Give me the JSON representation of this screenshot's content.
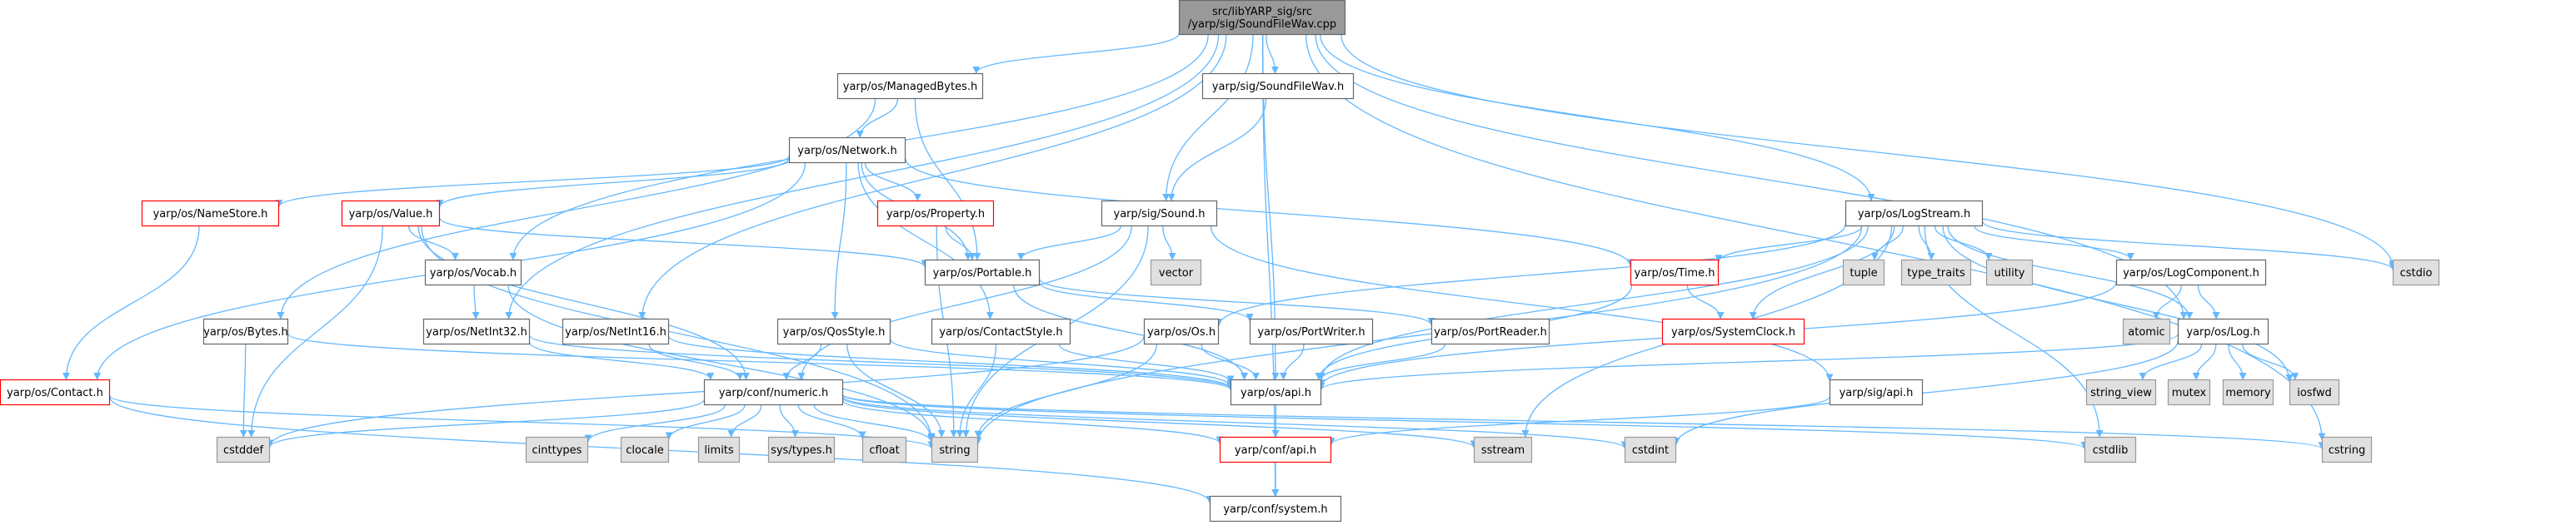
{
  "colors": {
    "edge": "#63b8ff",
    "root_fill": "#999999",
    "root_border": "#666666",
    "normal_fill": "#ffffff",
    "normal_border": "#666666",
    "truncated_border": "#ff0000",
    "external_fill": "#e0e0e0",
    "external_border": "#999999"
  },
  "nodes": [
    {
      "id": "root",
      "lines": [
        "src/libYARP_sig/src",
        "/yarp/sig/SoundFileWav.cpp"
      ],
      "kind": "root"
    },
    {
      "id": "managedbytes",
      "lines": [
        "yarp/os/ManagedBytes.h"
      ],
      "kind": "normal"
    },
    {
      "id": "soundfilewavh",
      "lines": [
        "yarp/sig/SoundFileWav.h"
      ],
      "kind": "normal"
    },
    {
      "id": "network",
      "lines": [
        "yarp/os/Network.h"
      ],
      "kind": "normal"
    },
    {
      "id": "namestore",
      "lines": [
        "yarp/os/NameStore.h"
      ],
      "kind": "truncated"
    },
    {
      "id": "value",
      "lines": [
        "yarp/os/Value.h"
      ],
      "kind": "truncated"
    },
    {
      "id": "property",
      "lines": [
        "yarp/os/Property.h"
      ],
      "kind": "truncated"
    },
    {
      "id": "sound",
      "lines": [
        "yarp/sig/Sound.h"
      ],
      "kind": "normal"
    },
    {
      "id": "logstream",
      "lines": [
        "yarp/os/LogStream.h"
      ],
      "kind": "normal"
    },
    {
      "id": "vocab",
      "lines": [
        "yarp/os/Vocab.h"
      ],
      "kind": "normal"
    },
    {
      "id": "portable",
      "lines": [
        "yarp/os/Portable.h"
      ],
      "kind": "normal"
    },
    {
      "id": "vector",
      "lines": [
        "vector"
      ],
      "kind": "external"
    },
    {
      "id": "time",
      "lines": [
        "yarp/os/Time.h"
      ],
      "kind": "truncated"
    },
    {
      "id": "tuple",
      "lines": [
        "tuple"
      ],
      "kind": "external"
    },
    {
      "id": "typetraits",
      "lines": [
        "type_traits"
      ],
      "kind": "external"
    },
    {
      "id": "utility",
      "lines": [
        "utility"
      ],
      "kind": "external"
    },
    {
      "id": "logcomponent",
      "lines": [
        "yarp/os/LogComponent.h"
      ],
      "kind": "normal"
    },
    {
      "id": "cstdio",
      "lines": [
        "cstdio"
      ],
      "kind": "external"
    },
    {
      "id": "bytes",
      "lines": [
        "yarp/os/Bytes.h"
      ],
      "kind": "normal"
    },
    {
      "id": "netint32",
      "lines": [
        "yarp/os/NetInt32.h"
      ],
      "kind": "normal"
    },
    {
      "id": "netint16",
      "lines": [
        "yarp/os/NetInt16.h"
      ],
      "kind": "normal"
    },
    {
      "id": "qosstyle",
      "lines": [
        "yarp/os/QosStyle.h"
      ],
      "kind": "normal"
    },
    {
      "id": "contactstyle",
      "lines": [
        "yarp/os/ContactStyle.h"
      ],
      "kind": "normal"
    },
    {
      "id": "os",
      "lines": [
        "yarp/os/Os.h"
      ],
      "kind": "normal"
    },
    {
      "id": "portwriter",
      "lines": [
        "yarp/os/PortWriter.h"
      ],
      "kind": "normal"
    },
    {
      "id": "portreader",
      "lines": [
        "yarp/os/PortReader.h"
      ],
      "kind": "normal"
    },
    {
      "id": "systemclock",
      "lines": [
        "yarp/os/SystemClock.h"
      ],
      "kind": "truncated"
    },
    {
      "id": "atomic",
      "lines": [
        "atomic"
      ],
      "kind": "external"
    },
    {
      "id": "log",
      "lines": [
        "yarp/os/Log.h"
      ],
      "kind": "normal"
    },
    {
      "id": "contact",
      "lines": [
        "yarp/os/Contact.h"
      ],
      "kind": "truncated"
    },
    {
      "id": "numeric",
      "lines": [
        "yarp/conf/numeric.h"
      ],
      "kind": "normal"
    },
    {
      "id": "osapi",
      "lines": [
        "yarp/os/api.h"
      ],
      "kind": "normal"
    },
    {
      "id": "sigapi",
      "lines": [
        "yarp/sig/api.h"
      ],
      "kind": "normal"
    },
    {
      "id": "stringview",
      "lines": [
        "string_view"
      ],
      "kind": "external"
    },
    {
      "id": "mutex",
      "lines": [
        "mutex"
      ],
      "kind": "external"
    },
    {
      "id": "memory",
      "lines": [
        "memory"
      ],
      "kind": "external"
    },
    {
      "id": "iosfwd",
      "lines": [
        "iosfwd"
      ],
      "kind": "external"
    },
    {
      "id": "cstddef",
      "lines": [
        "cstddef"
      ],
      "kind": "external"
    },
    {
      "id": "cinttypes",
      "lines": [
        "cinttypes"
      ],
      "kind": "external"
    },
    {
      "id": "clocale",
      "lines": [
        "clocale"
      ],
      "kind": "external"
    },
    {
      "id": "limits",
      "lines": [
        "limits"
      ],
      "kind": "external"
    },
    {
      "id": "systypes",
      "lines": [
        "sys/types.h"
      ],
      "kind": "external"
    },
    {
      "id": "cfloat",
      "lines": [
        "cfloat"
      ],
      "kind": "external"
    },
    {
      "id": "string",
      "lines": [
        "string"
      ],
      "kind": "external"
    },
    {
      "id": "confapi",
      "lines": [
        "yarp/conf/api.h"
      ],
      "kind": "truncated"
    },
    {
      "id": "sstream",
      "lines": [
        "sstream"
      ],
      "kind": "external"
    },
    {
      "id": "cstdint",
      "lines": [
        "cstdint"
      ],
      "kind": "external"
    },
    {
      "id": "cstdlib",
      "lines": [
        "cstdlib"
      ],
      "kind": "external"
    },
    {
      "id": "cstring",
      "lines": [
        "cstring"
      ],
      "kind": "external"
    },
    {
      "id": "system",
      "lines": [
        "yarp/conf/system.h"
      ],
      "kind": "normal"
    }
  ],
  "edges": [
    [
      "root",
      "managedbytes"
    ],
    [
      "root",
      "soundfilewavh"
    ],
    [
      "root",
      "sound"
    ],
    [
      "root",
      "logstream"
    ],
    [
      "root",
      "vocab"
    ],
    [
      "root",
      "netint32"
    ],
    [
      "root",
      "netint16"
    ],
    [
      "root",
      "osapi"
    ],
    [
      "root",
      "cstdio"
    ],
    [
      "root",
      "log"
    ],
    [
      "root",
      "cstring"
    ],
    [
      "root",
      "system"
    ],
    [
      "managedbytes",
      "network"
    ],
    [
      "managedbytes",
      "bytes"
    ],
    [
      "managedbytes",
      "portable"
    ],
    [
      "soundfilewavh",
      "sound"
    ],
    [
      "network",
      "namestore"
    ],
    [
      "network",
      "value"
    ],
    [
      "network",
      "property"
    ],
    [
      "network",
      "portable"
    ],
    [
      "network",
      "contact"
    ],
    [
      "network",
      "qosstyle"
    ],
    [
      "network",
      "contactstyle"
    ],
    [
      "network",
      "time"
    ],
    [
      "namestore",
      "contact"
    ],
    [
      "value",
      "vocab"
    ],
    [
      "value",
      "portable"
    ],
    [
      "value",
      "numeric"
    ],
    [
      "value",
      "cstddef"
    ],
    [
      "value",
      "string"
    ],
    [
      "property",
      "portable"
    ],
    [
      "property",
      "string"
    ],
    [
      "sound",
      "portable"
    ],
    [
      "sound",
      "vector"
    ],
    [
      "sound",
      "string"
    ],
    [
      "sound",
      "sigapi"
    ],
    [
      "sound",
      "numeric"
    ],
    [
      "logstream",
      "time"
    ],
    [
      "logstream",
      "tuple"
    ],
    [
      "logstream",
      "typetraits"
    ],
    [
      "logstream",
      "utility"
    ],
    [
      "logstream",
      "logcomponent"
    ],
    [
      "logstream",
      "cstdio"
    ],
    [
      "logstream",
      "os"
    ],
    [
      "logstream",
      "systemclock"
    ],
    [
      "logstream",
      "osapi"
    ],
    [
      "logstream",
      "log"
    ],
    [
      "logstream",
      "iosfwd"
    ],
    [
      "logstream",
      "string"
    ],
    [
      "logstream",
      "sstream"
    ],
    [
      "logstream",
      "cstdlib"
    ],
    [
      "vocab",
      "netint32"
    ],
    [
      "vocab",
      "string"
    ],
    [
      "portable",
      "portwriter"
    ],
    [
      "portable",
      "portreader"
    ],
    [
      "portable",
      "osapi"
    ],
    [
      "time",
      "systemclock"
    ],
    [
      "time",
      "osapi"
    ],
    [
      "logcomponent",
      "atomic"
    ],
    [
      "logcomponent",
      "log"
    ],
    [
      "logcomponent",
      "osapi"
    ],
    [
      "bytes",
      "cstddef"
    ],
    [
      "bytes",
      "osapi"
    ],
    [
      "netint32",
      "numeric"
    ],
    [
      "netint32",
      "osapi"
    ],
    [
      "netint16",
      "numeric"
    ],
    [
      "netint16",
      "osapi"
    ],
    [
      "qosstyle",
      "numeric"
    ],
    [
      "qosstyle",
      "osapi"
    ],
    [
      "qosstyle",
      "string"
    ],
    [
      "contactstyle",
      "osapi"
    ],
    [
      "contactstyle",
      "string"
    ],
    [
      "os",
      "osapi"
    ],
    [
      "os",
      "string"
    ],
    [
      "os",
      "cstddef"
    ],
    [
      "portwriter",
      "osapi"
    ],
    [
      "portreader",
      "osapi"
    ],
    [
      "log",
      "osapi"
    ],
    [
      "log",
      "stringview"
    ],
    [
      "log",
      "mutex"
    ],
    [
      "log",
      "memory"
    ],
    [
      "log",
      "iosfwd"
    ],
    [
      "log",
      "cstdint"
    ],
    [
      "contact",
      "system"
    ],
    [
      "contact",
      "string"
    ],
    [
      "numeric",
      "cinttypes"
    ],
    [
      "numeric",
      "clocale"
    ],
    [
      "numeric",
      "limits"
    ],
    [
      "numeric",
      "systypes"
    ],
    [
      "numeric",
      "cfloat"
    ],
    [
      "numeric",
      "string"
    ],
    [
      "numeric",
      "confapi"
    ],
    [
      "numeric",
      "sstream"
    ],
    [
      "numeric",
      "cstdint"
    ],
    [
      "numeric",
      "cstdlib"
    ],
    [
      "numeric",
      "cstring"
    ],
    [
      "numeric",
      "cstddef"
    ],
    [
      "osapi",
      "confapi"
    ],
    [
      "sigapi",
      "confapi"
    ],
    [
      "confapi",
      "system"
    ]
  ]
}
